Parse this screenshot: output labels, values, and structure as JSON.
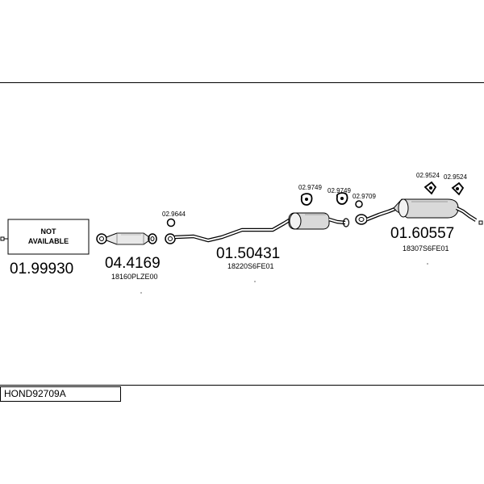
{
  "diagram": {
    "not_available_label": "NOT AVAILABLE",
    "not_available_line1": "NOT",
    "not_available_line2": "AVAILABLE",
    "parts": [
      {
        "number": "01.99930",
        "oem": ""
      },
      {
        "number": "04.4169",
        "oem": "18160PLZE00"
      },
      {
        "number": "01.50431",
        "oem": "18220S6FE01"
      },
      {
        "number": "01.60557",
        "oem": "18307S6FE01"
      }
    ],
    "fittings": [
      "02.9644",
      "02.9749",
      "02.9749",
      "02.9709",
      "02.9524",
      "02.9524"
    ]
  },
  "footer": {
    "code": "HOND92709A"
  }
}
